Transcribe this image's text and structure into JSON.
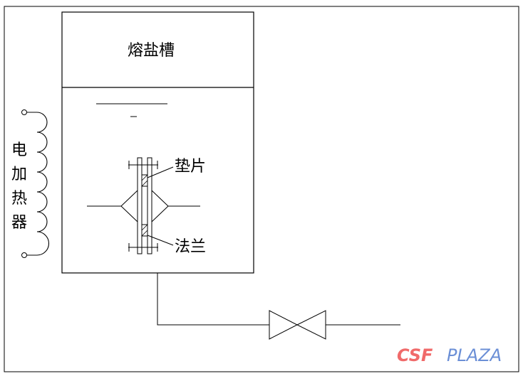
{
  "labels": {
    "tank_title": "熔盐槽",
    "heater": [
      "电",
      "加",
      "热",
      "器"
    ],
    "gasket": "垫片",
    "flange": "法兰"
  },
  "watermark": {
    "text_a": "CSF",
    "text_b": "PLAZA",
    "color_a": "#f06a6a",
    "color_b": "#6b8fd6"
  },
  "colors": {
    "line": "#000000",
    "background": "#ffffff"
  }
}
